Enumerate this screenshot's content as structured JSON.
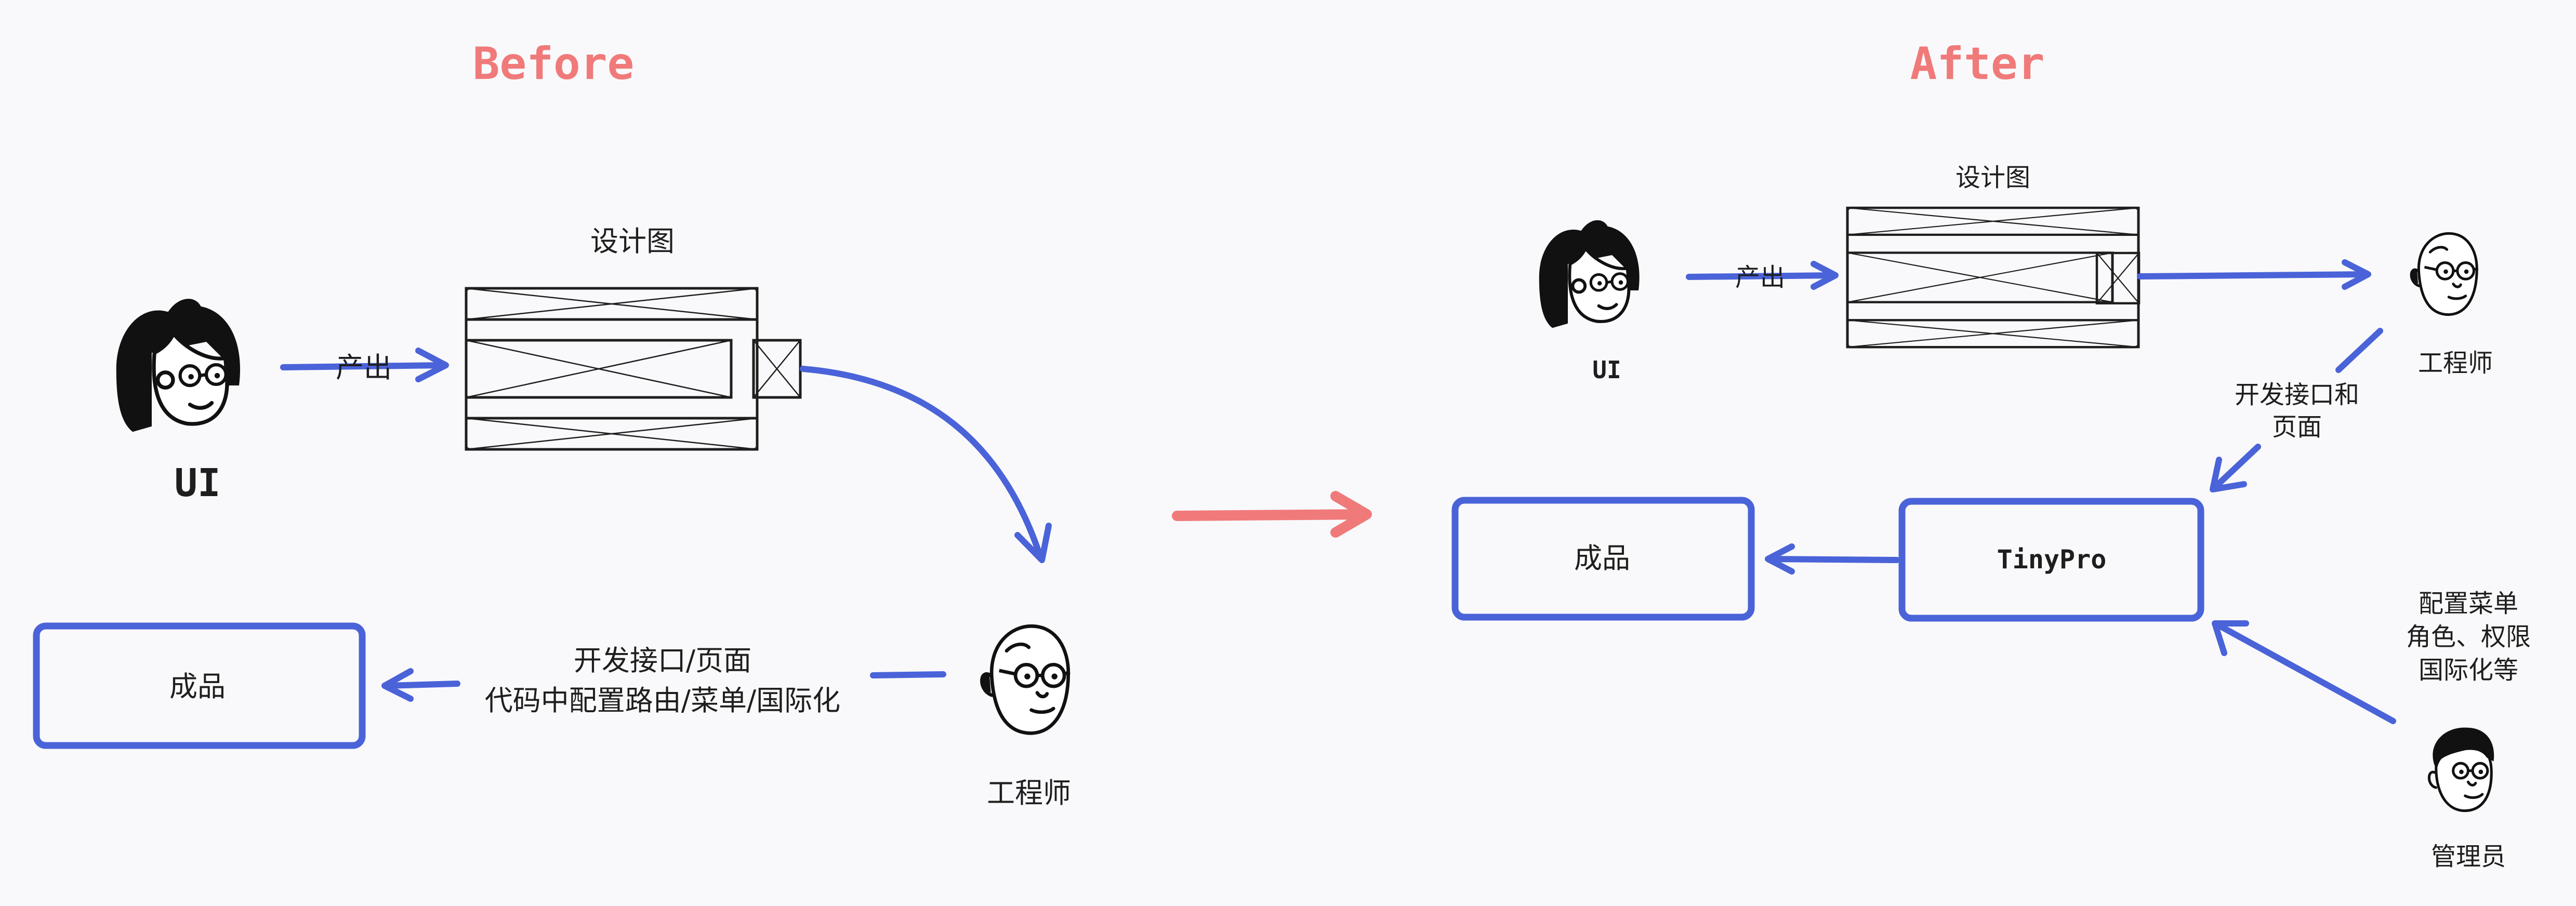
{
  "colors": {
    "accent": "#4a63d8",
    "heading": "#f07a7a",
    "ink": "#1e1e1e",
    "background": "#f9f9fb"
  },
  "before": {
    "title": "Before",
    "design_label": "设计图",
    "ui_label": "UI",
    "produce_label": "产出",
    "engineer_label": "工程师",
    "engineer_task_1": "开发接口/页面",
    "engineer_task_2": "代码中配置路由/菜单/国际化",
    "product_label": "成品"
  },
  "after": {
    "title": "After",
    "design_label": "设计图",
    "ui_label": "UI",
    "produce_label": "产出",
    "engineer_label": "工程师",
    "engineer_task_1": "开发接口和",
    "engineer_task_2": "页面",
    "tinypro_label": "TinyPro",
    "product_label": "成品",
    "admin_label": "管理员",
    "admin_task_1": "配置菜单",
    "admin_task_2": "角色、权限",
    "admin_task_3": "国际化等"
  },
  "icons": [
    "ui-designer-avatar-icon",
    "engineer-avatar-icon",
    "admin-avatar-icon",
    "wireframe-icon",
    "arrow-icon"
  ]
}
